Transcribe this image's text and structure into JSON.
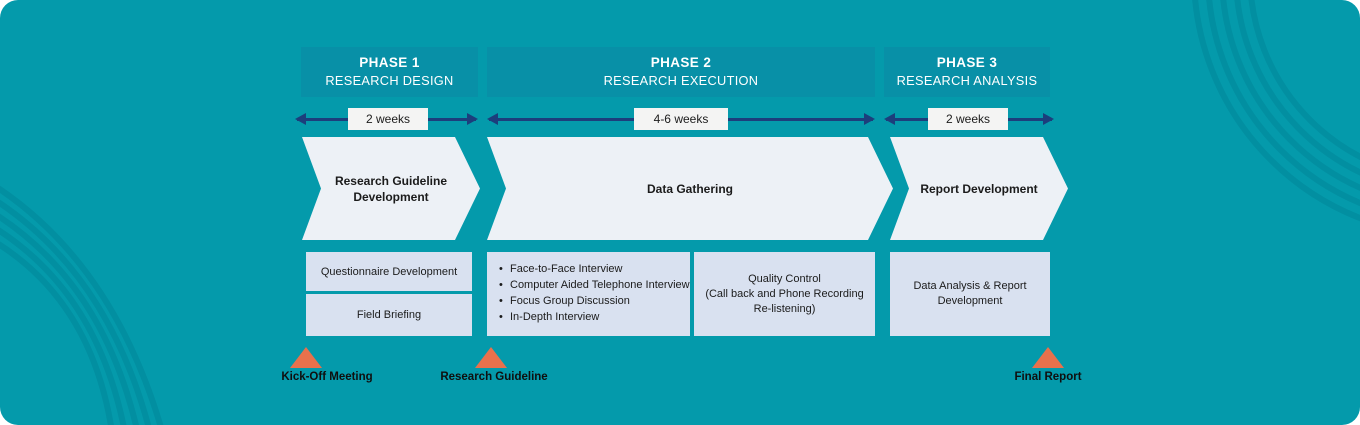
{
  "theme": {
    "background_color": "#049aab",
    "phase_header_color": "#0890a7",
    "stage_chevron_color": "#edf1f6",
    "detail_box_color": "#d9e1f0",
    "timeline_arrow_color": "#1c3e7c",
    "milestone_triangle_color": "#e8714c",
    "duration_label_bg": "#f4f4f3"
  },
  "phases": [
    {
      "label": "PHASE 1",
      "sublabel": "RESEARCH DESIGN",
      "duration": "2 weeks",
      "stage": "Research Guideline Development"
    },
    {
      "label": "PHASE 2",
      "sublabel": "RESEARCH EXECUTION",
      "duration": "4-6 weeks",
      "stage": "Data Gathering"
    },
    {
      "label": "PHASE 3",
      "sublabel": "RESEARCH ANALYSIS",
      "duration": "2 weeks",
      "stage": "Report Development"
    }
  ],
  "details": {
    "design_tasks": [
      "Questionnaire Development",
      "Field Briefing"
    ],
    "execution_methods": [
      "Face-to-Face Interview",
      "Computer Aided Telephone Interview",
      "Focus Group Discussion",
      "In-Depth Interview"
    ],
    "quality_control": {
      "title": "Quality Control",
      "note": "(Call back and Phone Recording Re-listening)"
    },
    "analysis_task": "Data Analysis & Report Development"
  },
  "milestones": [
    {
      "label": "Kick-Off Meeting"
    },
    {
      "label": "Research Guideline"
    },
    {
      "label": "Final Report"
    }
  ]
}
